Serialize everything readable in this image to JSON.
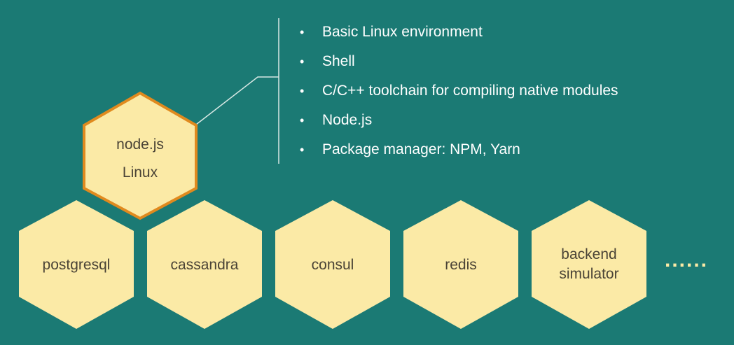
{
  "colors": {
    "background": "#1b7a74",
    "hex_fill": "#fbeaa6",
    "hex_highlight_stroke": "#e08a1e",
    "hex_text": "#4a4336",
    "bullet_text": "#ffffff",
    "connector": "#d8e8e4",
    "ellipsis": "#fbeaa6"
  },
  "bullet_symbol": "•",
  "bullets": [
    "Basic Linux environment",
    "Shell",
    "C/C++ toolchain for compiling native modules",
    "Node.js",
    "Package manager: NPM, Yarn"
  ],
  "base_hex": {
    "line1": "node.js",
    "line2": "Linux"
  },
  "service_hexes": [
    {
      "line1": "postgresql",
      "line2": ""
    },
    {
      "line1": "cassandra",
      "line2": ""
    },
    {
      "line1": "consul",
      "line2": ""
    },
    {
      "line1": "redis",
      "line2": ""
    },
    {
      "line1": "backend",
      "line2": "simulator"
    }
  ],
  "ellipsis": "......"
}
